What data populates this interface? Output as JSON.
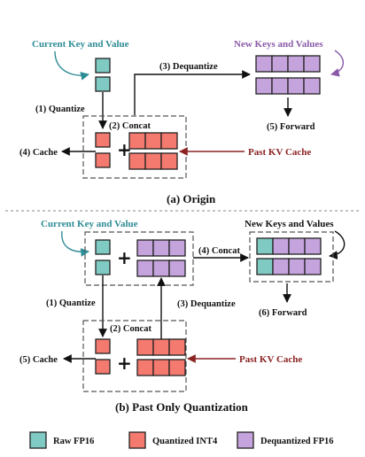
{
  "origin": {
    "current_kv_label": "Current Key and Value",
    "new_kv_label": "New Keys and Values",
    "dequantize_label": "(3) Dequantize",
    "quantize_label": "(1) Quantize",
    "concat_label": "(2) Concat",
    "cache_label": "(4) Cache",
    "forward_label": "(5) Forward",
    "past_kv_label": "Past KV Cache",
    "plus": "+",
    "caption": "(a) Origin"
  },
  "past_only": {
    "current_kv_label": "Current Key and Value",
    "new_kv_label": "New Keys and Values",
    "concat_top_label": "(4) Concat",
    "quantize_label": "(1) Quantize",
    "dequantize_label": "(3) Dequantize",
    "concat_bottom_label": "(2) Concat",
    "cache_label": "(5) Cache",
    "forward_label": "(6) Forward",
    "past_kv_label": "Past KV Cache",
    "plus_top": "+",
    "plus_bottom": "+",
    "caption": "(b) Past Only Quantization"
  },
  "legend": {
    "items": [
      {
        "label": "Raw FP16",
        "color": "#7fcbc4"
      },
      {
        "label": "Quantized INT4",
        "color": "#f47a6f"
      },
      {
        "label": "Dequantized FP16",
        "color": "#c5a3dc"
      }
    ]
  },
  "colors": {
    "raw_fp16": "#7fcbc4",
    "quantized_int4": "#f47a6f",
    "dequantized_fp16": "#c5a3dc",
    "teal_text": "#2e8c96",
    "purple_text": "#8a5aa8",
    "red_text": "#8c2323"
  }
}
